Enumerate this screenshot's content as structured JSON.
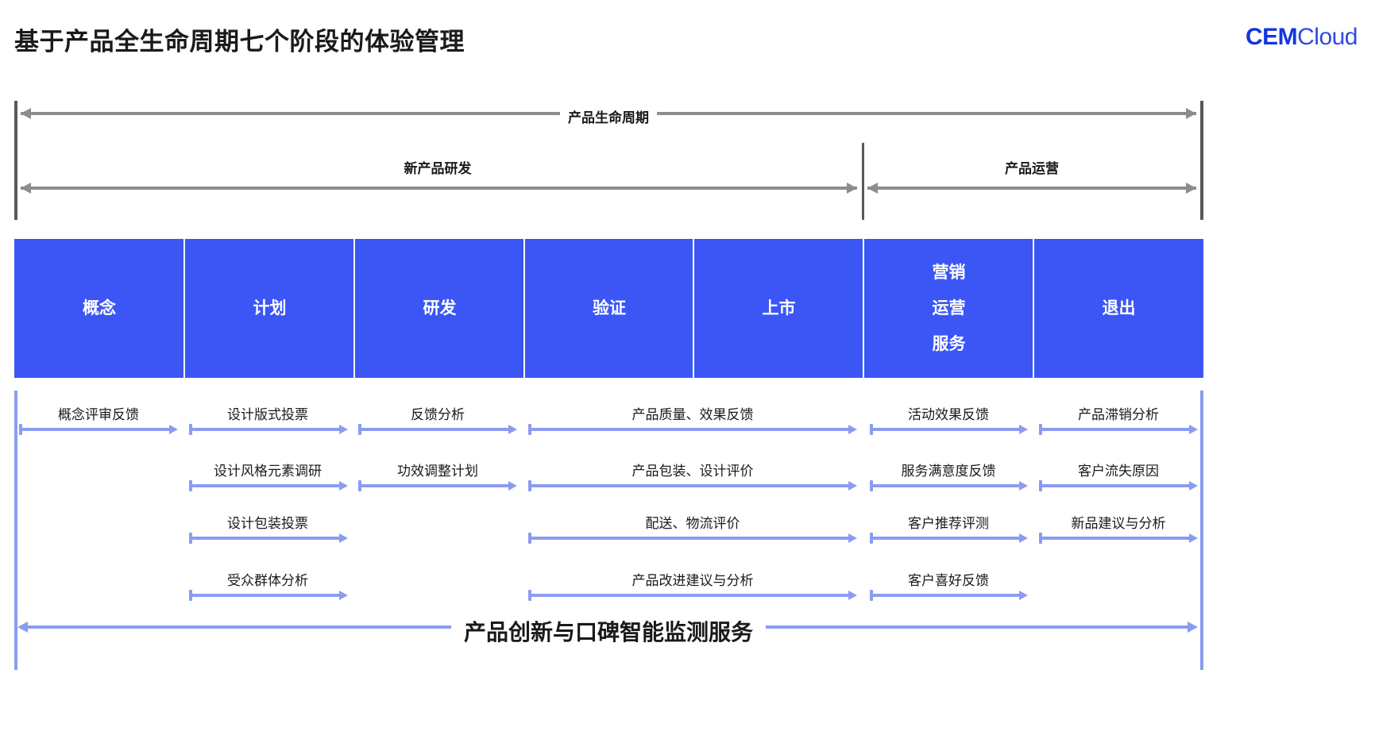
{
  "header": {
    "title": "基于产品全生命周期七个阶段的体验管理",
    "logo": {
      "mark": "CEM",
      "word": "Cloud",
      "color": "#1535e0"
    }
  },
  "colors": {
    "stage_blue": "#3b56f5",
    "arrow_blue": "#8b9cf0",
    "bracket_gray": "#8c8c8c",
    "bar_dark": "#595959"
  },
  "brackets": {
    "lifecycle": {
      "label": "产品生命周期"
    },
    "phases": [
      {
        "label": "新产品研发"
      },
      {
        "label": "产品运营"
      }
    ]
  },
  "stages": [
    {
      "lines": [
        "概念"
      ]
    },
    {
      "lines": [
        "计划"
      ]
    },
    {
      "lines": [
        "研发"
      ]
    },
    {
      "lines": [
        "验证"
      ]
    },
    {
      "lines": [
        "上市"
      ]
    },
    {
      "lines": [
        "营销",
        "运营",
        "服务"
      ]
    },
    {
      "lines": [
        "退出"
      ]
    }
  ],
  "feedback_rows": [
    [
      {
        "label": "概念评审反馈"
      },
      {
        "label": "设计版式投票"
      },
      {
        "label": "反馈分析"
      },
      {
        "label": "产品质量、效果反馈"
      },
      {
        "label": "活动效果反馈"
      },
      {
        "label": "产品滞销分析"
      }
    ],
    [
      {
        "label": "设计风格元素调研"
      },
      {
        "label": "功效调整计划"
      },
      {
        "label": "产品包装、设计评价"
      },
      {
        "label": "服务满意度反馈"
      },
      {
        "label": "客户流失原因"
      }
    ],
    [
      {
        "label": "设计包装投票"
      },
      {
        "label": "配送、物流评价"
      },
      {
        "label": "客户推荐评测"
      },
      {
        "label": "新品建议与分析"
      }
    ],
    [
      {
        "label": "受众群体分析"
      },
      {
        "label": "产品改进建议与分析"
      },
      {
        "label": "客户喜好反馈"
      }
    ]
  ],
  "bottom": {
    "label": "产品创新与口碑智能监测服务"
  }
}
